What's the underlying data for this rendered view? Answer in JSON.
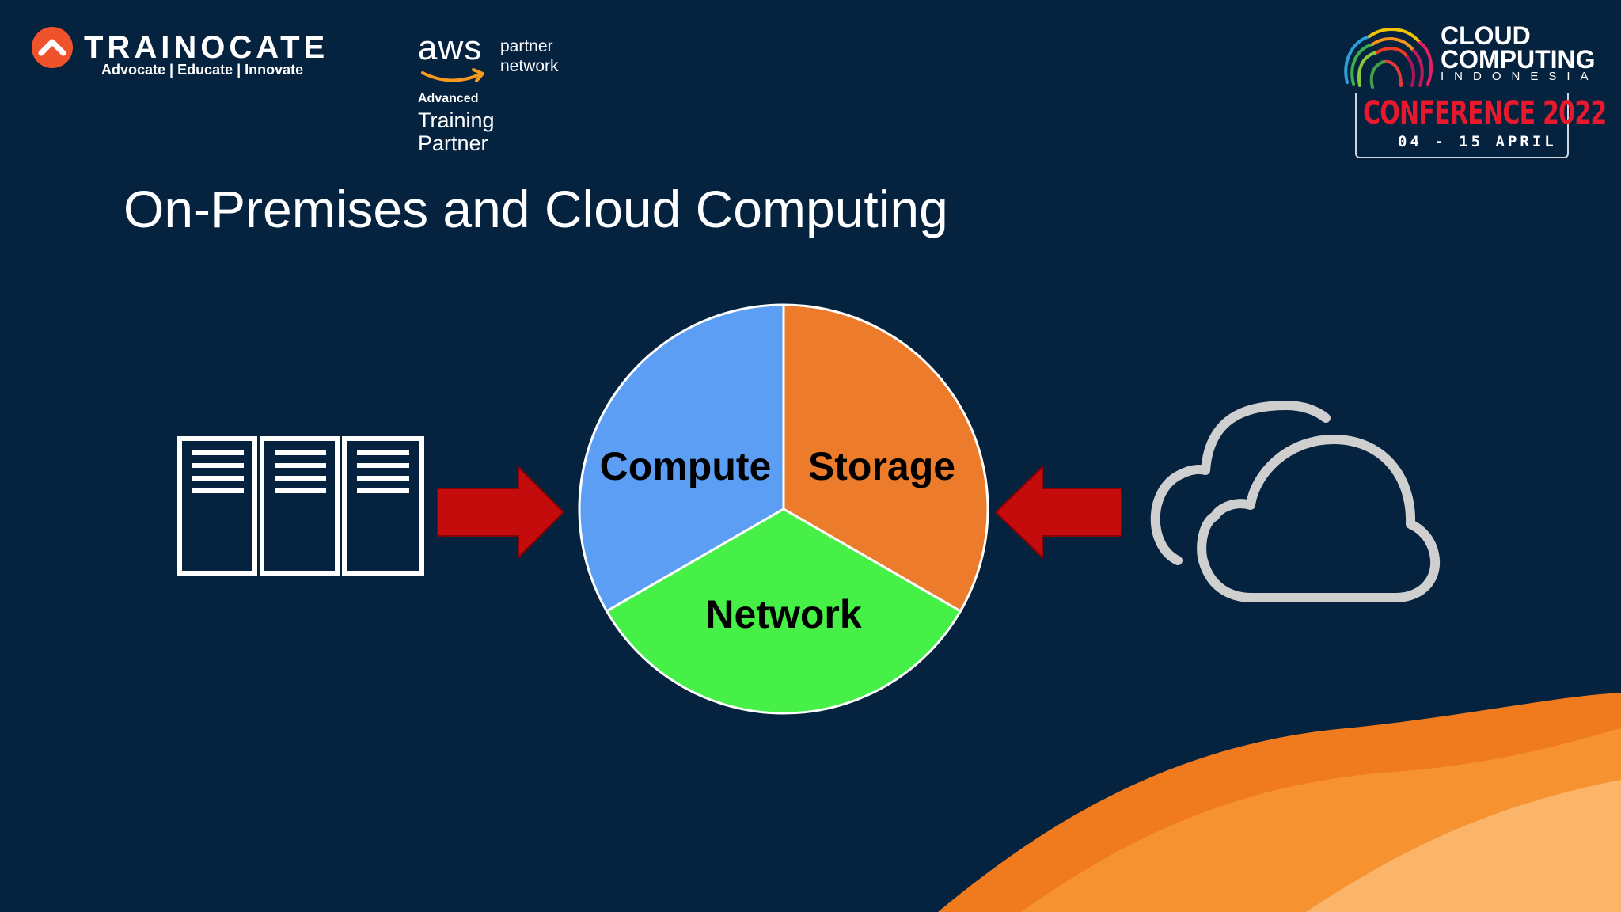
{
  "logos": {
    "trainocate": {
      "name": "TRAINOCATE",
      "tagline": "Advocate | Educate | Innovate"
    },
    "aws": {
      "word": "aws",
      "partner_line1": "partner",
      "partner_line2": "network",
      "tier": "Advanced",
      "training_line1": "Training",
      "training_line2": "Partner"
    },
    "conference": {
      "title_line1": "CLOUD",
      "title_line2": "COMPUTING",
      "country": "INDONESIA",
      "event": "CONFERENCE 2022",
      "dates": "04 - 15 APRIL"
    }
  },
  "slide": {
    "title": "On-Premises and Cloud Computing"
  },
  "diagram": {
    "segments": [
      {
        "label": "Compute",
        "color": "#5b9ef4"
      },
      {
        "label": "Storage",
        "color": "#ec7c2b"
      },
      {
        "label": "Network",
        "color": "#46f046"
      }
    ],
    "left_source": "server-racks-icon",
    "right_source": "cloud-icon",
    "arrow_color": "#c40c0c",
    "icon_colors": {
      "server": "#ffffff",
      "cloud": "#cfcfcf"
    }
  },
  "colors": {
    "background": "#05223f",
    "wave_dark": "#f07a1e",
    "wave_mid": "#f6922f",
    "wave_light": "#fab56a"
  }
}
